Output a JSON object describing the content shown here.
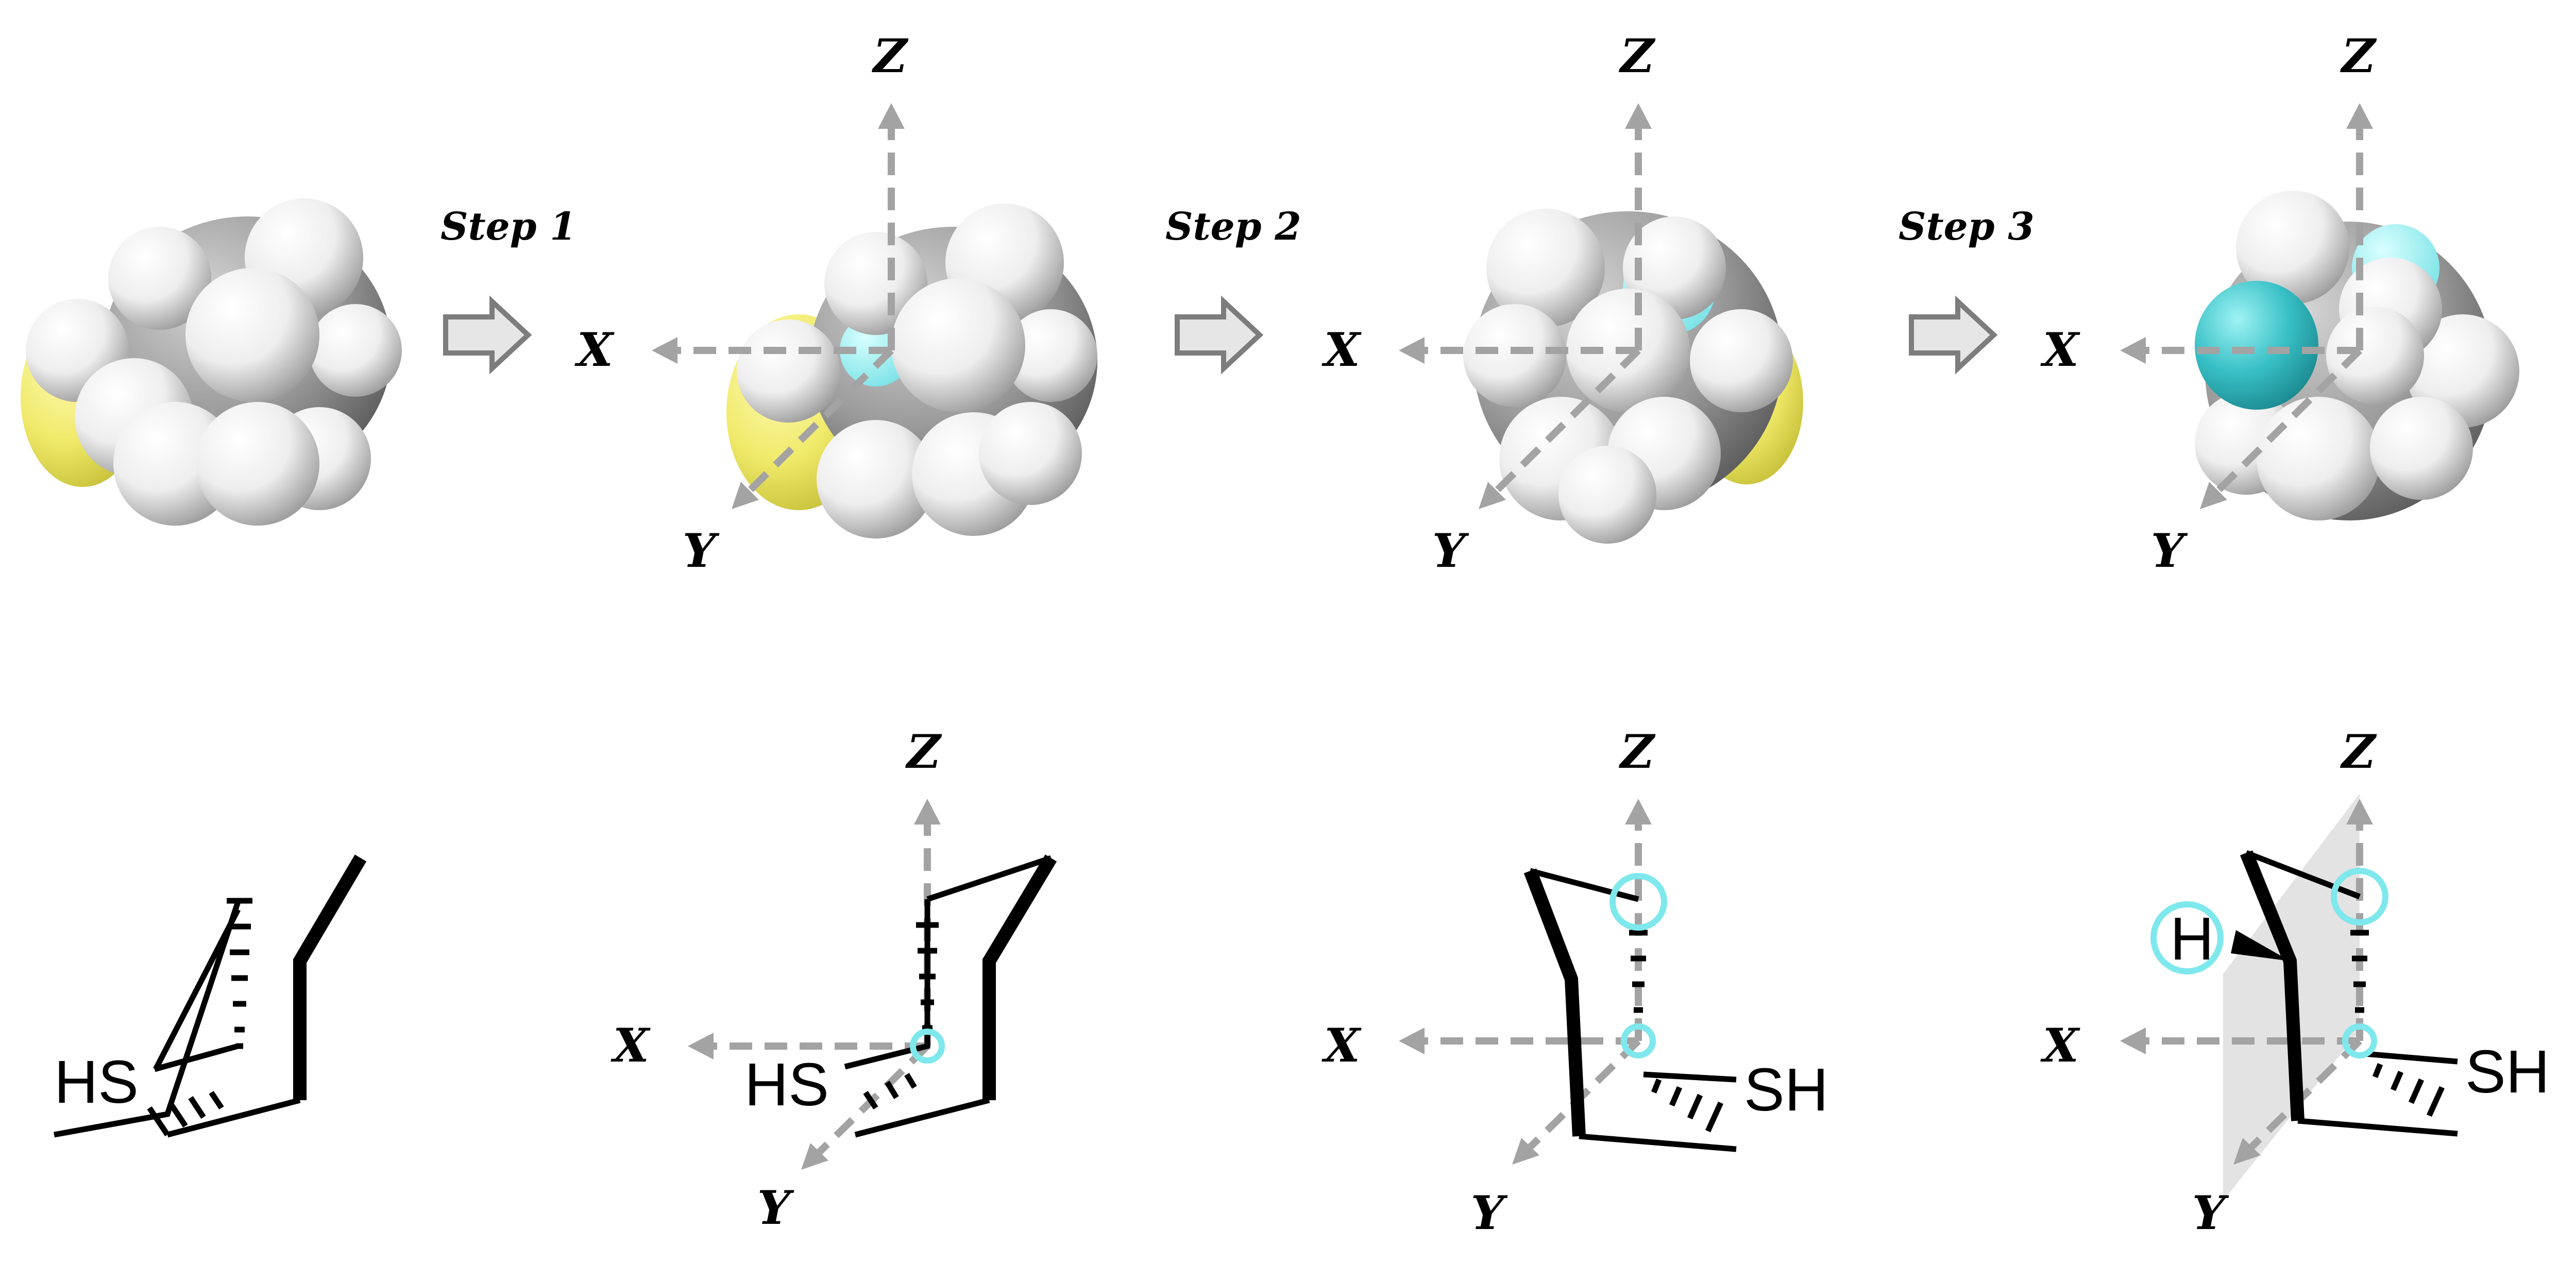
{
  "steps": {
    "step1": "Step 1",
    "step2": "Step 2",
    "step3": "Step 3"
  },
  "axes": {
    "x": "X",
    "y": "Y",
    "z": "Z"
  },
  "atom_labels": {
    "hs": "HS",
    "sh": "SH",
    "h": "H"
  },
  "colors": {
    "axis": "#a3a3a3",
    "marker": "#7ee8ec",
    "sulfur": "#f3f07a",
    "carbon": "#8a8a8a",
    "hydrogen": "#f2f2f2",
    "highlight_atom": "#35b9c0",
    "plane": "#e3e3e3"
  }
}
